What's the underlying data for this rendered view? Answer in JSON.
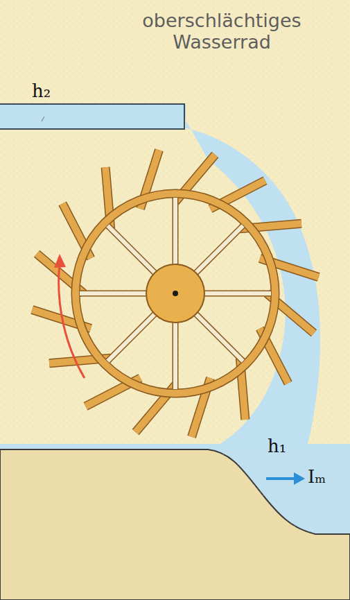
{
  "diagram": {
    "title": "oberschlächtiges Wasserrad",
    "labels": [
      "h₂",
      "h₁",
      "Iₘ"
    ]
  }
}
